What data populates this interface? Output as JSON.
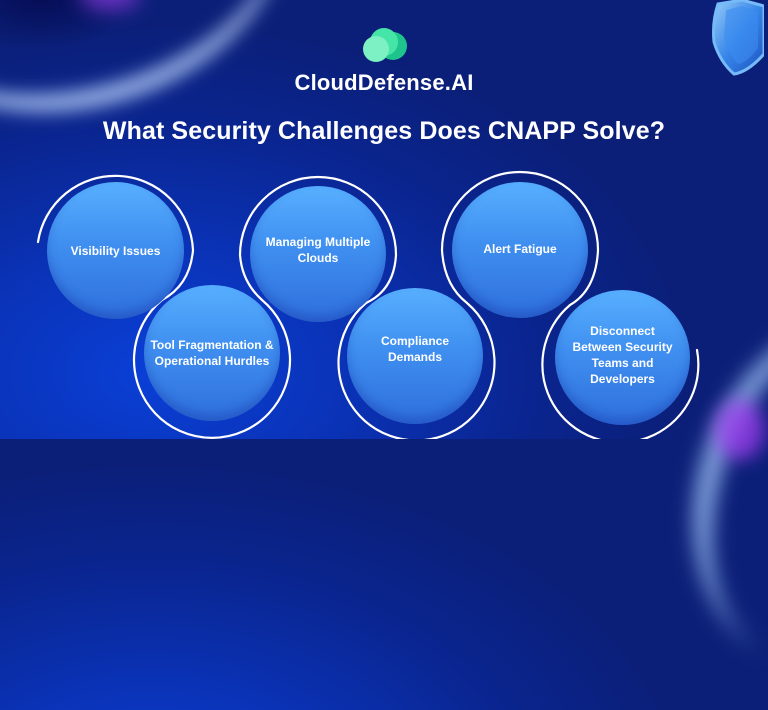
{
  "brand": {
    "name": "CloudDefense.AI",
    "logo_icon": "green-cloud-circles-icon",
    "logo_colors": [
      "#2fd9a0",
      "#45e5a8",
      "#1fc48c"
    ]
  },
  "title": "What Security Challenges Does CNAPP Solve?",
  "decorations": {
    "shield_icon": "shield-icon"
  },
  "challenges": [
    {
      "label": "Visibility Issues"
    },
    {
      "label": "Tool Fragmentation & Operational Hurdles"
    },
    {
      "label": "Managing Multiple Clouds"
    },
    {
      "label": "Compliance Demands"
    },
    {
      "label": "Alert Fatigue"
    },
    {
      "label": "Disconnect Between Security Teams and Developers"
    }
  ],
  "colors": {
    "background": "#0a2b9e",
    "bubble_top": "#58b0ff",
    "bubble_bottom": "#2f6fdc",
    "ring": "#ffffff",
    "text": "#ffffff"
  }
}
